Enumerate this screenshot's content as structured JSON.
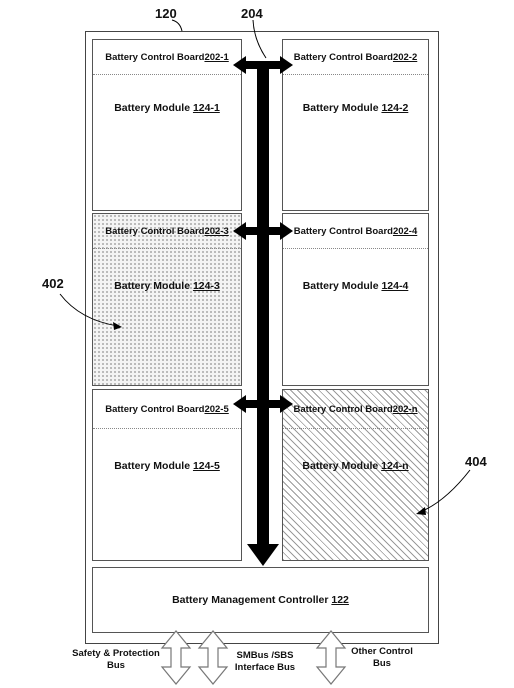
{
  "refs": {
    "frame": "120",
    "bus": "204",
    "dotted_module": "402",
    "hatched_module": "404"
  },
  "modules": [
    {
      "board_text": "Battery Control Board ",
      "board_id": "202-1",
      "module_text": "Battery Module ",
      "module_id": "124-1"
    },
    {
      "board_text": "Battery Control Board ",
      "board_id": "202-2",
      "module_text": "Battery Module ",
      "module_id": "124-2"
    },
    {
      "board_text": "Battery Control Board ",
      "board_id": "202-3",
      "module_text": "Battery Module ",
      "module_id": "124-3"
    },
    {
      "board_text": "Battery Control Board ",
      "board_id": "202-4",
      "module_text": "Battery Module ",
      "module_id": "124-4"
    },
    {
      "board_text": "Battery Control Board ",
      "board_id": "202-5",
      "module_text": "Battery Module ",
      "module_id": "124-5"
    },
    {
      "board_text": "Battery Control Board ",
      "board_id": "202-n",
      "module_text": "Battery Module ",
      "module_id": "124-n"
    }
  ],
  "controller": {
    "text": "Battery Management Controller ",
    "id": "122"
  },
  "buses": {
    "safety": [
      "Safety & Protection",
      "Bus"
    ],
    "smbus": [
      "SMBus /SBS",
      "Interface Bus"
    ],
    "other": [
      "Other Control",
      "Bus"
    ]
  },
  "colors": {
    "line": "#000000",
    "border": "#555555",
    "hatch": "#9a9a9a",
    "dots": "#888888"
  }
}
